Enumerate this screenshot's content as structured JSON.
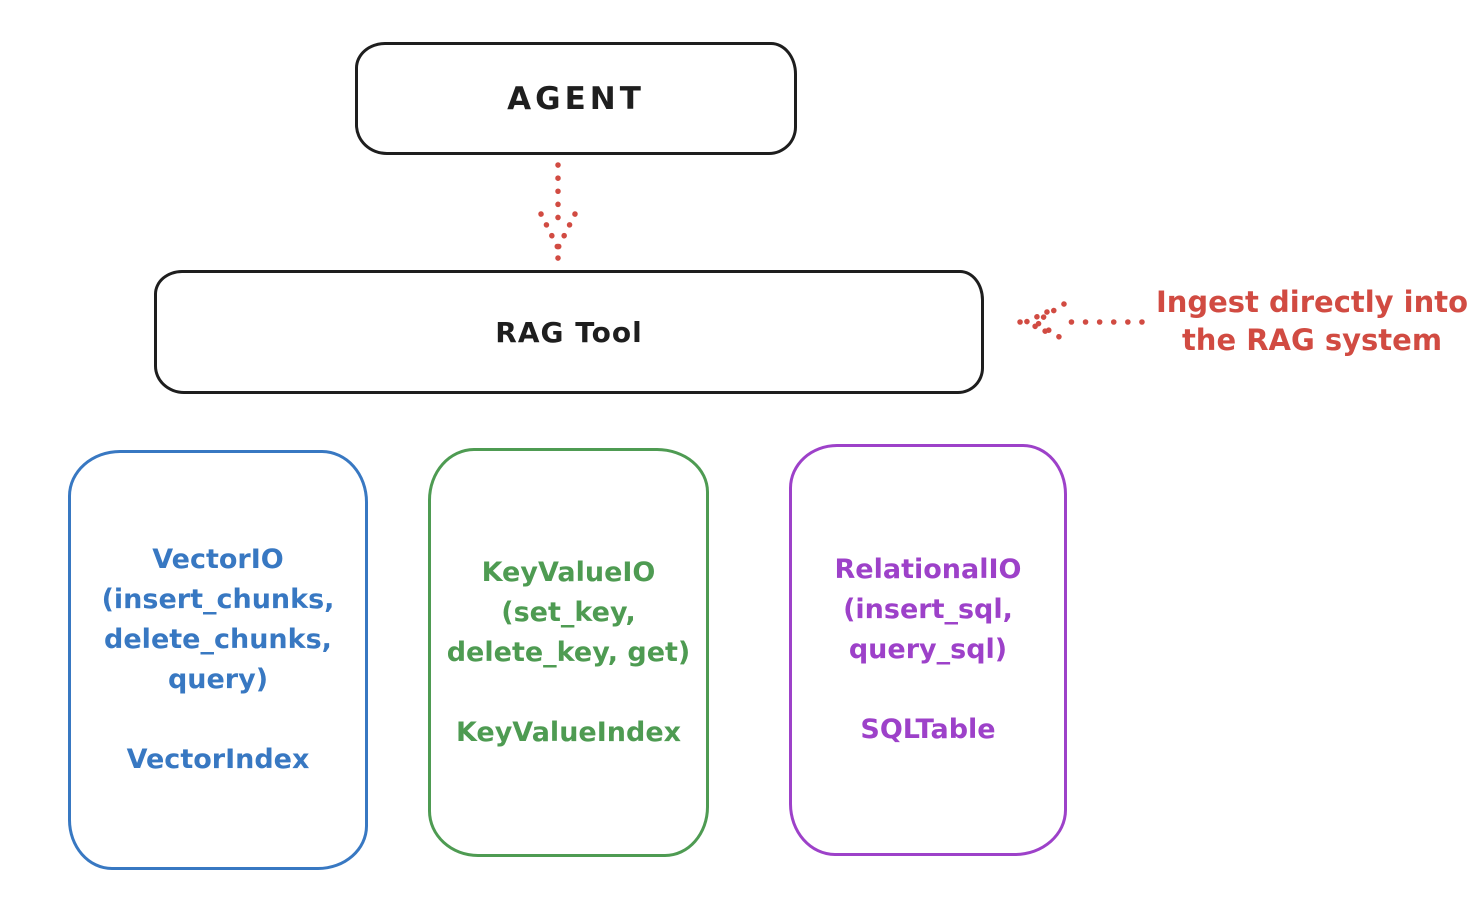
{
  "agent": {
    "label": "AGENT"
  },
  "rag_tool": {
    "label": "RAG Tool"
  },
  "annotation": {
    "text": "Ingest directly into\nthe RAG system",
    "color": "#d14b42"
  },
  "backends": [
    {
      "name": "vector-io",
      "title": "VectorIO\n(insert_chunks,\ndelete_chunks,\nquery)",
      "subtitle": "VectorIndex",
      "color": "#3878c2"
    },
    {
      "name": "key-value-io",
      "title": "KeyValueIO\n(set_key,\ndelete_key, get)",
      "subtitle": "KeyValueIndex",
      "color": "#4e9b52"
    },
    {
      "name": "relational-io",
      "title": "RelationalIO\n(insert_sql,\nquery_sql)",
      "subtitle": "SQLTable",
      "color": "#9d41c9"
    }
  ],
  "icons": {
    "agent_to_rag_arrow": "dotted-down-arrow",
    "annotation_to_rag_arrow": "dotted-left-arrow"
  },
  "colors": {
    "outline": "#1e1e1e",
    "red": "#d14b42",
    "blue": "#3878c2",
    "green": "#4e9b52",
    "purple": "#9d41c9",
    "background": "#ffffff"
  }
}
